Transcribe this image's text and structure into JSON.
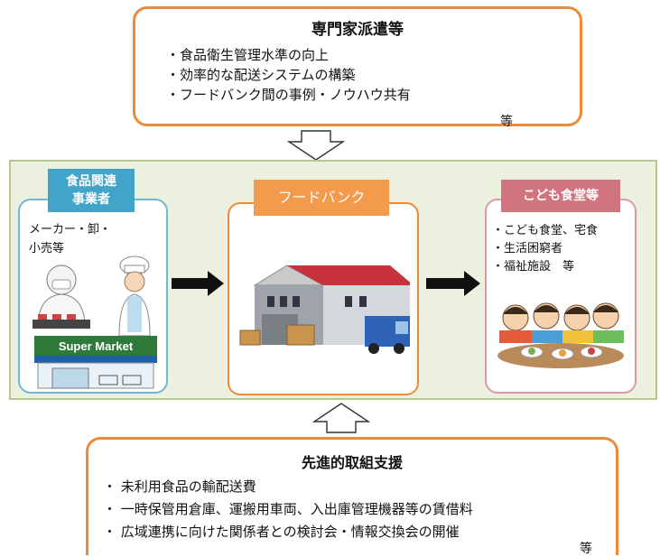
{
  "top_section": {
    "title": "専門家派遣等",
    "items": [
      "・食品衛生管理水準の向上",
      "・効率的な配送システムの構築",
      "・フードバンク間の事例・ノウハウ共有"
    ],
    "etc": "等"
  },
  "left_panel": {
    "tag": "食品関連\n事業者",
    "description": "メーカー・卸・\n小売等",
    "store_sign": "Super Market"
  },
  "center_panel": {
    "tag": "フードバンク"
  },
  "right_panel": {
    "tag": "こども食堂等",
    "items": [
      "・こども食堂、宅食",
      "・生活困窮者",
      "・福祉施設　等"
    ]
  },
  "bottom_section": {
    "title": "先進的取組支援",
    "items": [
      "・ 未利用食品の輸配送費",
      "・ 一時保管用倉庫、運搬用車両、入出庫管理機器等の賃借料",
      "・ 広域連携に向けた関係者との検討会・情報交換会の開催"
    ],
    "etc": "等"
  },
  "colors": {
    "orange_border": "#ee8b3a",
    "orange_tag": "#f39a4d",
    "blue_tag": "#41a4c9",
    "blue_border": "#6fb8d8",
    "pink_tag": "#d2747e",
    "pink_border": "#d99aa2",
    "band_fill": "#ecf1df",
    "band_border": "#b4c98c"
  },
  "icons": {
    "down_arrow": "hollow-down-arrow-icon",
    "up_arrow": "hollow-up-arrow-icon",
    "flow_arrows": "solid-right-arrow-icon"
  }
}
